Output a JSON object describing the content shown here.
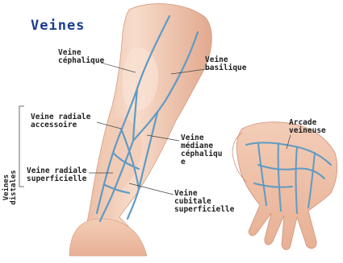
{
  "title": "Veines",
  "colors": {
    "title": "#1a3d8f",
    "skin_light": "#f6d8c6",
    "skin_mid": "#eab69b",
    "skin_shadow": "#d4907a",
    "vein": "#5f9bc4",
    "vein_dark": "#4a82ad",
    "leader": "#444444"
  },
  "labels": {
    "cephalique": [
      "Veine",
      "céphalique"
    ],
    "basilique": [
      "Veine",
      "basilique"
    ],
    "radiale_accessoire": [
      "Veine radiale",
      "accessoire"
    ],
    "mediane": [
      "Veine",
      "médiane",
      "céphaliqu",
      "e"
    ],
    "radiale_superficielle": [
      "Veine radiale",
      "superficielle"
    ],
    "cubitale": [
      "Veine",
      "cubitale",
      "superficielle"
    ],
    "arcade": [
      "Arcade",
      "veineuse"
    ],
    "distales": [
      "Veines",
      "distales"
    ]
  }
}
